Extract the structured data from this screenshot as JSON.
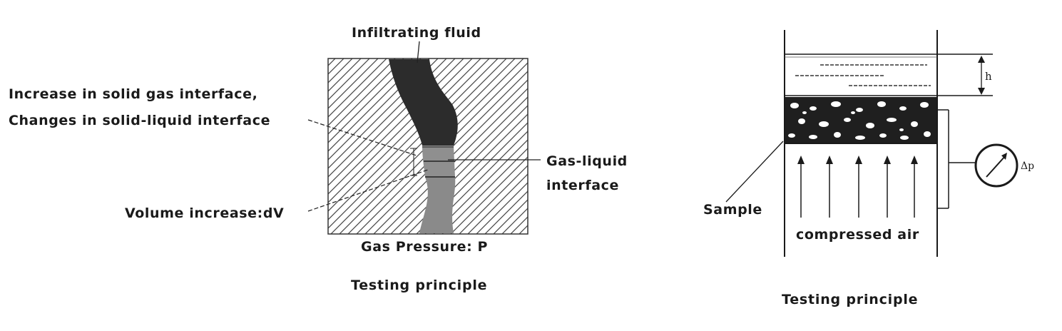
{
  "left_diagram": {
    "top_label": "Infiltrating fluid",
    "annotation_line1": "Increase in solid gas interface,",
    "annotation_line2": "Changes in solid-liquid interface",
    "gas_liquid_line1": "Gas-liquid",
    "gas_liquid_line2": "interface",
    "volume_label": "Volume increase:dV",
    "gas_pressure_label": "Gas Pressure:  P",
    "caption": "Testing principle"
  },
  "right_diagram": {
    "height_symbol": "h",
    "pressure_symbol": "Δp",
    "sample_label": "Sample",
    "air_label": "compressed air",
    "caption": "Testing principle"
  },
  "colors": {
    "ink": "#1a1a1a",
    "fluid_dark": "#2c2c2c",
    "gas_gray": "#8a8a8a",
    "sample_fill": "#1f1f1f"
  }
}
